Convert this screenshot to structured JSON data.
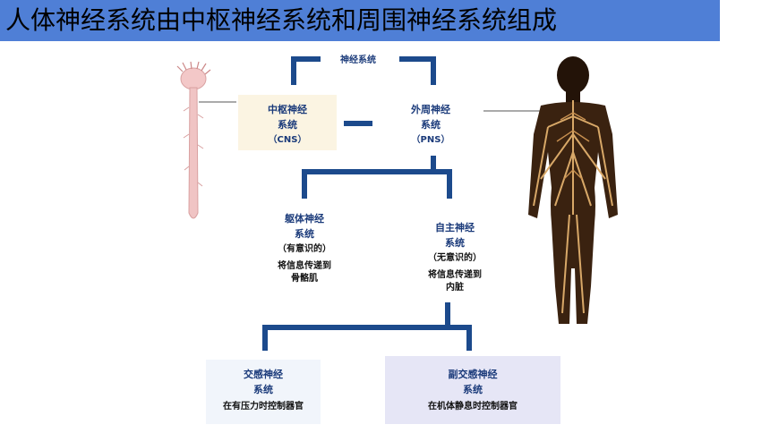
{
  "title": "人体神经系统由中枢神经系统和周围神经系统组成",
  "diagram": {
    "root": "神经系统",
    "cns": {
      "line1": "中枢神经",
      "line2": "系统",
      "line3": "（CNS）"
    },
    "pns": {
      "line1": "外周神经",
      "line2": "系统",
      "line3": "（PNS）"
    },
    "somatic": {
      "line1": "躯体神经",
      "line2": "系统",
      "line3": "（有意识的）",
      "desc1": "将信息传递到",
      "desc2": "骨骼肌"
    },
    "autonomic": {
      "line1": "自主神经",
      "line2": "系统",
      "line3": "（无意识的）",
      "desc1": "将信息传递到",
      "desc2": "内脏"
    },
    "sympathetic": {
      "line1": "交感神经",
      "line2": "系统",
      "desc": "在有压力时控制器官"
    },
    "parasympathetic": {
      "line1": "副交感神经",
      "line2": "系统",
      "desc": "在机体静息时控制器官"
    }
  },
  "colors": {
    "title_bar": "#4f7fd6",
    "connector": "#1c4a8c",
    "text": "#1a3a7a"
  }
}
